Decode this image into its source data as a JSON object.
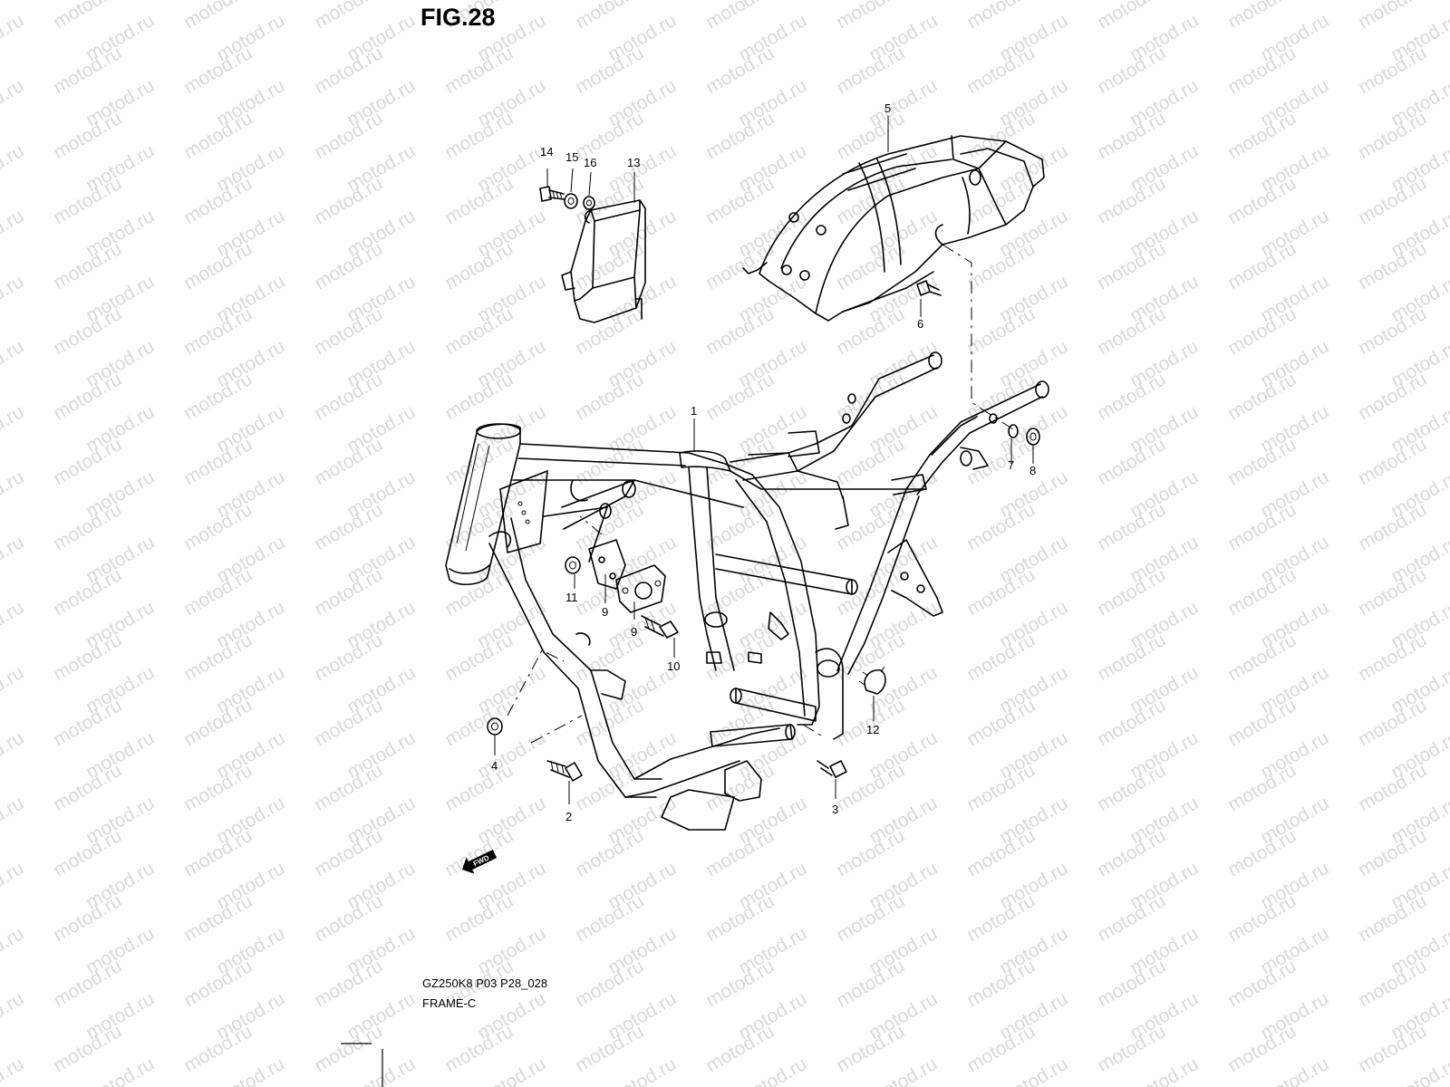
{
  "figure": {
    "title": "FIG.28",
    "code": "GZ250K8 P03 P28_028",
    "name": "FRAME-C"
  },
  "watermark": {
    "text": "motod.ru",
    "color": "#d9d9d9"
  },
  "fwd_badge": {
    "text": "FWD"
  },
  "parts": [
    {
      "number": "1"
    },
    {
      "number": "2"
    },
    {
      "number": "3"
    },
    {
      "number": "4"
    },
    {
      "number": "5"
    },
    {
      "number": "6"
    },
    {
      "number": "7"
    },
    {
      "number": "8"
    },
    {
      "number": "9"
    },
    {
      "number": "9"
    },
    {
      "number": "10"
    },
    {
      "number": "11"
    },
    {
      "number": "12"
    },
    {
      "number": "13"
    },
    {
      "number": "14"
    },
    {
      "number": "15"
    },
    {
      "number": "16"
    }
  ]
}
